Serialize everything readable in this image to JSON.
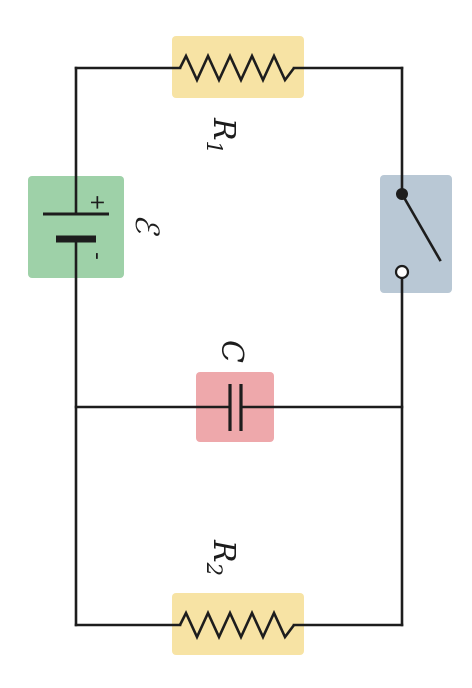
{
  "diagram": {
    "components": {
      "resistor_1": {
        "label": "R",
        "subscript": "1",
        "fill": "#f7e3a4"
      },
      "resistor_2": {
        "label": "R",
        "subscript": "2",
        "fill": "#f7e3a4"
      },
      "battery": {
        "label": "ℰ",
        "plus_sign": "+",
        "minus_sign": "-",
        "fill": "#9ed1a8"
      },
      "capacitor": {
        "label": "C",
        "fill": "#eea8ab"
      },
      "switch": {
        "fill": "#b9c8d5"
      }
    },
    "colors": {
      "wire": "#1d1d1d",
      "background": "#ffffff"
    }
  }
}
